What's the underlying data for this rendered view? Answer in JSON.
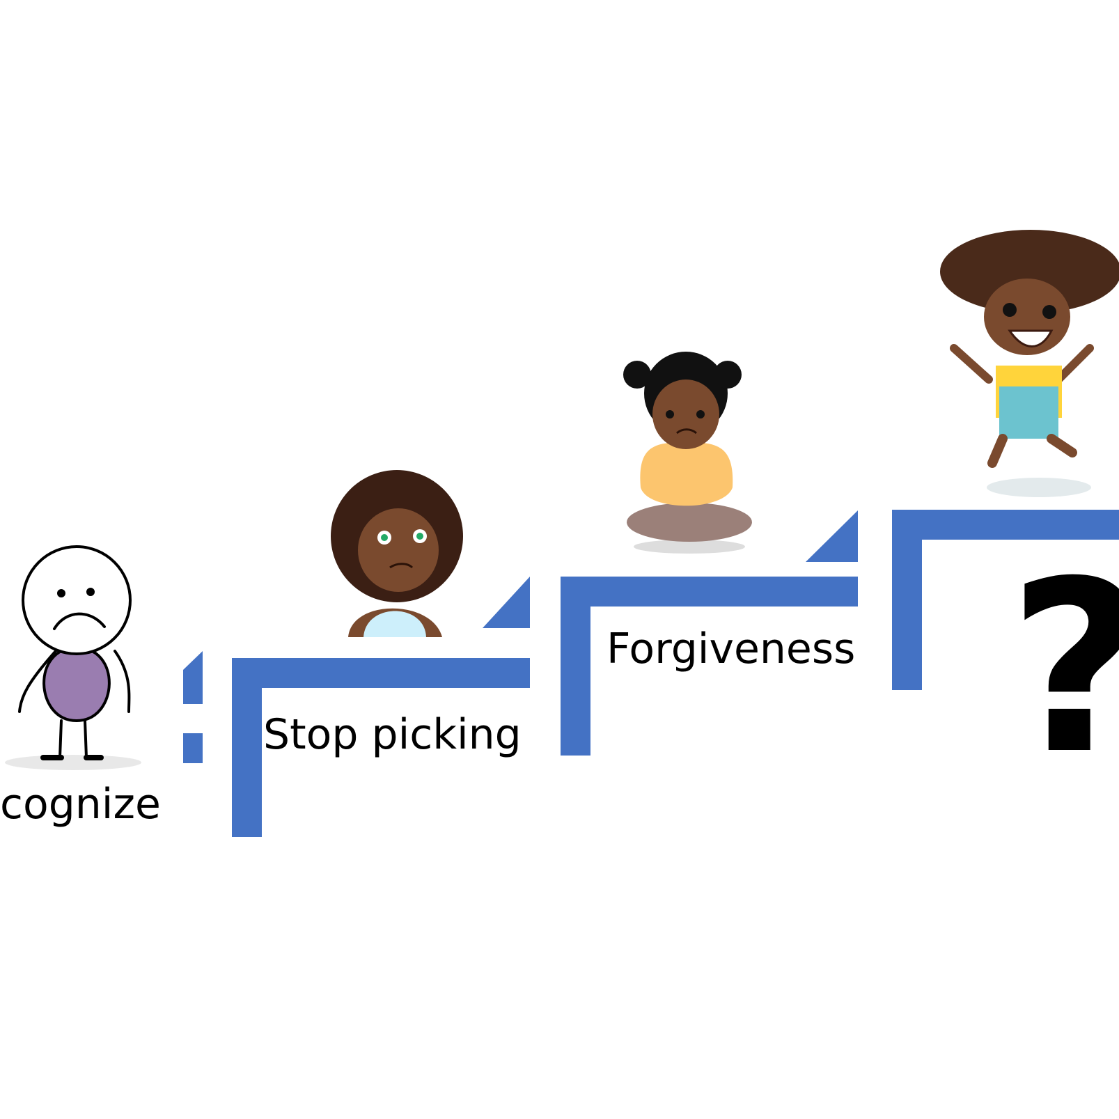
{
  "steps": [
    {
      "label": "cognize"
    },
    {
      "label": "Stop picking"
    },
    {
      "label": "Forgiveness"
    },
    {
      "label": "?"
    }
  ],
  "colors": {
    "step": "#4472C4",
    "body": "#9A7DB0",
    "skin": "#7A4A2E"
  }
}
